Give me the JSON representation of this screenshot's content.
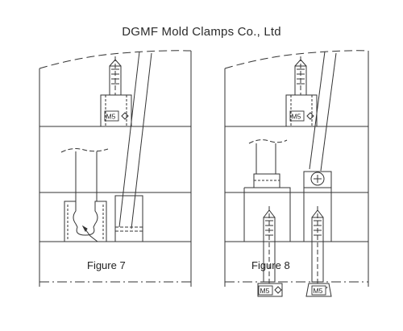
{
  "title": "DGMF Mold Clamps Co., Ltd",
  "figures": [
    {
      "label": "Figure 7",
      "clamp_label": "M5"
    },
    {
      "label": "Figure 8",
      "clamp_labels": [
        "M5",
        "M5",
        "M5"
      ]
    }
  ],
  "colors": {
    "line": "#333333",
    "background": "#ffffff"
  }
}
